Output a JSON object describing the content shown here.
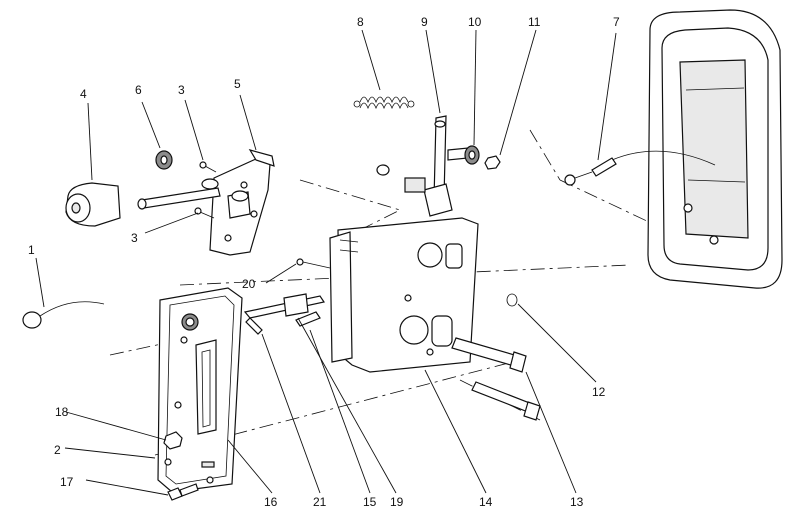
{
  "callouts": [
    {
      "id": "1",
      "text": "1"
    },
    {
      "id": "2",
      "text": "2"
    },
    {
      "id": "3a",
      "text": "3"
    },
    {
      "id": "3b",
      "text": "3"
    },
    {
      "id": "4",
      "text": "4"
    },
    {
      "id": "5",
      "text": "5"
    },
    {
      "id": "6",
      "text": "6"
    },
    {
      "id": "7",
      "text": "7"
    },
    {
      "id": "8",
      "text": "8"
    },
    {
      "id": "9",
      "text": "9"
    },
    {
      "id": "10",
      "text": "10"
    },
    {
      "id": "11",
      "text": "11"
    },
    {
      "id": "12",
      "text": "12"
    },
    {
      "id": "13",
      "text": "13"
    },
    {
      "id": "14",
      "text": "14"
    },
    {
      "id": "15",
      "text": "15"
    },
    {
      "id": "16",
      "text": "16"
    },
    {
      "id": "17",
      "text": "17"
    },
    {
      "id": "18",
      "text": "18"
    },
    {
      "id": "19",
      "text": "19"
    },
    {
      "id": "20",
      "text": "20"
    },
    {
      "id": "21",
      "text": "21"
    }
  ]
}
